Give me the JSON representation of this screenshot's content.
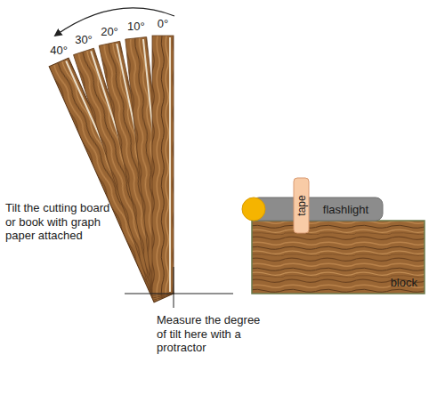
{
  "diagram": {
    "nodes": [
      {
        "text": [
          "flashlight"
        ]
      },
      {
        "text": [
          "tape"
        ]
      },
      {
        "text": [
          "block"
        ]
      }
    ],
    "labels": [
      "40°",
      "30°",
      "20°",
      "10°",
      "0°",
      "Tilt the cutting board or book with graph paper attached",
      "Measure the degree of tilt here with a protractor"
    ]
  }
}
